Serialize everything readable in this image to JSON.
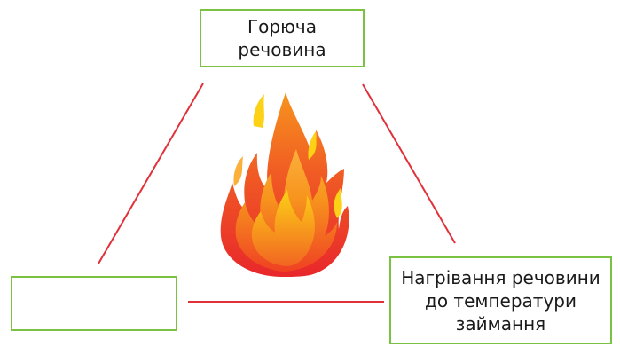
{
  "diagram": {
    "title": "",
    "nodes": {
      "top": {
        "label": "Горюча\nречовина"
      },
      "left": {
        "label": ""
      },
      "right": {
        "label": "Нагрівання речовини\nдо температури\nзаймання"
      }
    },
    "connectors": [
      {
        "from": "top",
        "to": "left"
      },
      {
        "from": "top",
        "to": "right"
      },
      {
        "from": "left",
        "to": "right"
      }
    ],
    "center_icon": "fire-icon",
    "colors": {
      "box_border": "#7cc242",
      "connector": "#e2303a",
      "flame_outer": "#e8272b",
      "flame_mid": "#f26522",
      "flame_inner": "#fbb03b",
      "flame_tip": "#fcd116"
    }
  }
}
